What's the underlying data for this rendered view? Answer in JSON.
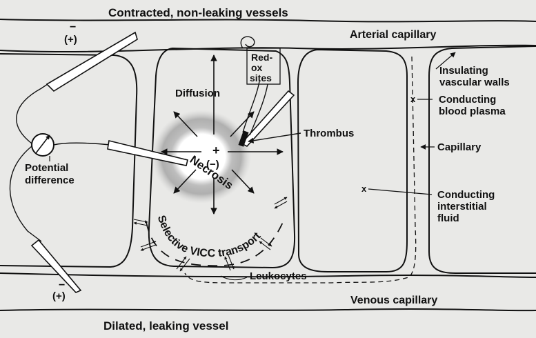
{
  "labels": {
    "top_vessel": "Contracted, non-leaking vessels",
    "arterial_capillary": "Arterial capillary",
    "redox_sites_line1": "Red-",
    "redox_sites_line2": "ox",
    "redox_sites_line3": "sites",
    "insulating_line1": "Insulating",
    "insulating_line2": "vascular walls",
    "conducting_plasma_line1": "Conducting",
    "conducting_plasma_line2": "blood plasma",
    "diffusion": "Diffusion",
    "thrombus": "Thrombus",
    "capillary": "Capillary",
    "potential_line1": "Potential",
    "potential_line2": "difference",
    "necrosis": "Necrosis",
    "center_plus": "+",
    "center_minus": "(−)",
    "conducting_fluid_line1": "Conducting",
    "conducting_fluid_line2": "interstitial",
    "conducting_fluid_line3": "fluid",
    "vicc_transport": "Selective VICC transport",
    "leukocytes": "Leukocytes",
    "venous_capillary": "Venous capillary",
    "bottom_vessel": "Dilated, leaking vessel",
    "top_electrode_minus": "−",
    "top_electrode_plus": "(+)",
    "bottom_electrode_minus": "−",
    "bottom_electrode_plus": "(+)",
    "x_mark_1": "x",
    "x_mark_2": "x"
  }
}
